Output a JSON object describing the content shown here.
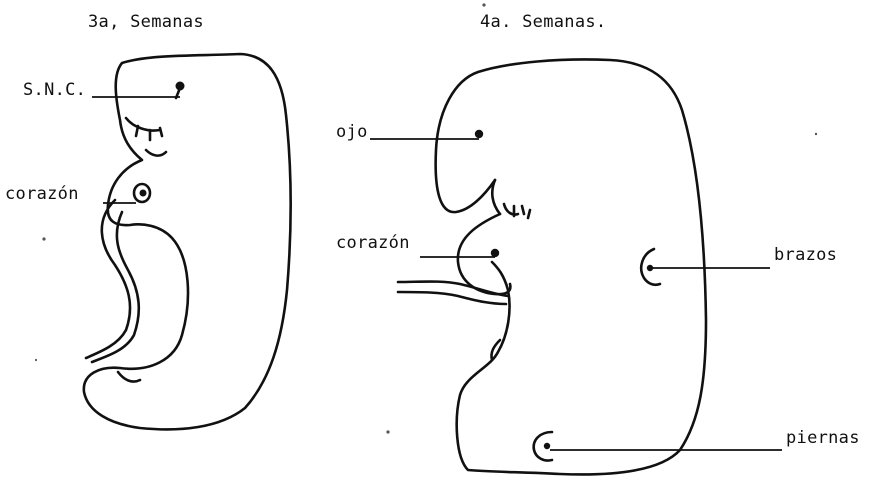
{
  "panels": {
    "left": {
      "title": "3a, Semanas",
      "labels": {
        "snc": "S.N.C.",
        "heart": "corazón"
      }
    },
    "right": {
      "title": "4a. Semanas.",
      "labels": {
        "eye": "ojo",
        "heart": "corazón",
        "arms": "brazos",
        "legs": "piernas"
      }
    }
  },
  "colors": {
    "ink": "#111111",
    "paper": "#ffffff"
  }
}
